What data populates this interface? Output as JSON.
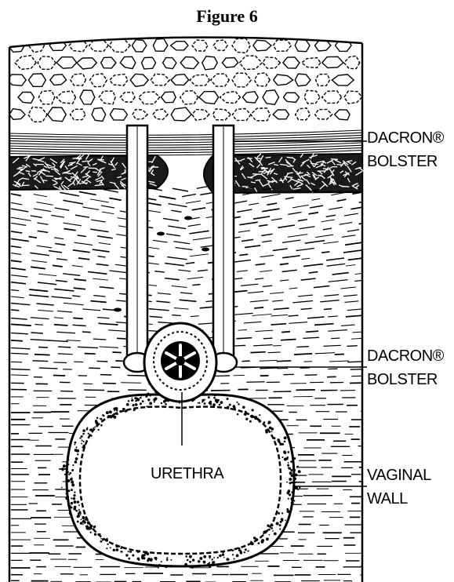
{
  "figure": {
    "title": "Figure 6",
    "labels": {
      "bolster_top_line1": "DACRON®",
      "bolster_top_line2": "BOLSTER",
      "bolster_mid_line1": "DACRON®",
      "bolster_mid_line2": "BOLSTER",
      "urethra": "URETHRA",
      "vaginal_line1": "VAGINAL",
      "vaginal_line2": "WALL"
    }
  }
}
